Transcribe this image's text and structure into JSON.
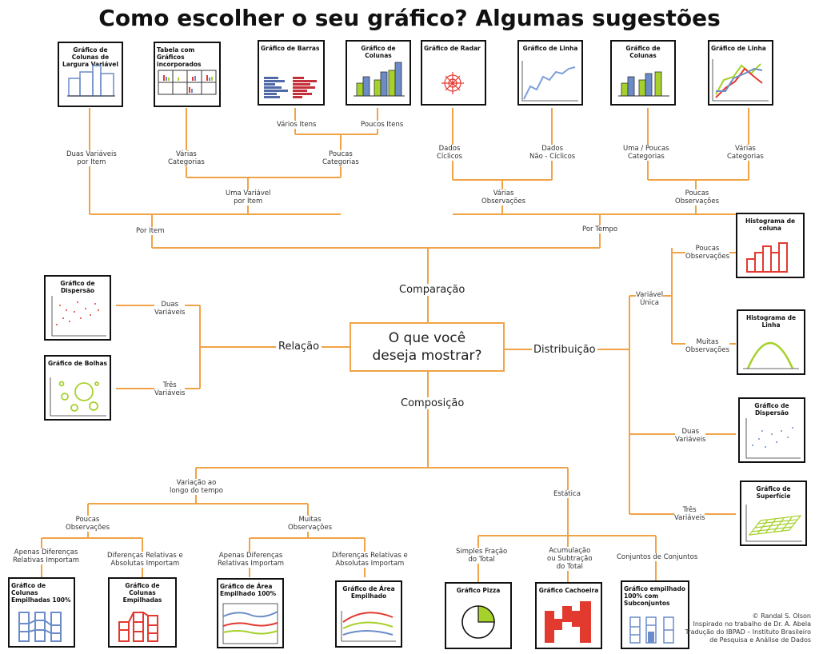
{
  "title": "Como escolher o seu gráfico? Algumas sugestões",
  "center": {
    "line1": "O que você",
    "line2": "deseja mostrar?"
  },
  "categories": {
    "comparacao": "Comparação",
    "relacao": "Relação",
    "distribuicao": "Distribuição",
    "composicao": "Composição"
  },
  "labels": {
    "por_item": "Por Item",
    "por_tempo": "Por Tempo",
    "duas_var_item": [
      "Duas Variáveis",
      "por Item"
    ],
    "uma_var_item": [
      "Uma Variável",
      "por Item"
    ],
    "varias_categorias_l": [
      "Várias",
      "Categorias"
    ],
    "poucas_categorias": [
      "Poucas",
      "Categorias"
    ],
    "varios_itens": "Vários Itens",
    "poucos_itens": "Poucos Itens",
    "dados_ciclicos": [
      "Dados",
      "Cíclicos"
    ],
    "dados_nao_ciclicos": [
      "Dados",
      "Não - Cíclicos"
    ],
    "varias_obs": [
      "Várias",
      "Observações"
    ],
    "poucas_obs_top": [
      "Poucas",
      "Observações"
    ],
    "uma_poucas_cat": [
      "Uma / Poucas",
      "Categorias"
    ],
    "varias_cat_r": [
      "Várias",
      "Categorias"
    ],
    "duas_variaveis_rel": [
      "Duas",
      "Variáveis"
    ],
    "tres_variaveis_rel": [
      "Três",
      "Variáveis"
    ],
    "variavel_unica": [
      "Variável",
      "Única"
    ],
    "poucas_obs_dist": [
      "Poucas",
      "Observações"
    ],
    "muitas_obs_dist": [
      "Muitas",
      "Observações"
    ],
    "duas_variaveis_dist": [
      "Duas",
      "Variáveis"
    ],
    "tres_variaveis_dist": [
      "Três",
      "Variáveis"
    ],
    "variacao_tempo": [
      "Variação ao",
      "longo do tempo"
    ],
    "estatica": "Estática",
    "poucas_obs_comp": [
      "Poucas",
      "Observações"
    ],
    "muitas_obs_comp": [
      "Muitas",
      "Observações"
    ],
    "apenas_dif_1": [
      "Apenas Diferenças",
      "Relativas Importam"
    ],
    "dif_rel_abs_1": [
      "Diferenças Relativas e",
      "Absolutas  Importam"
    ],
    "apenas_dif_2": [
      "Apenas Diferenças",
      "Relativas Importam"
    ],
    "dif_rel_abs_2": [
      "Diferenças Relativas e",
      "Absolutas  Importam"
    ],
    "simples_fracao": [
      "Simples Fração",
      "do Total"
    ],
    "acumulacao": [
      "Acumulação",
      "ou Subtração",
      "do Total"
    ],
    "conjuntos": "Conjuntos de Conjuntos"
  },
  "charts": {
    "colunas_largura": "Gráfico de Colunas de Largura Variável",
    "tabela_graficos": "Tabela  com Gráficos incorporados",
    "barras": "Gráfico de Barras",
    "colunas_1": "Gráfico de Colunas",
    "radar": "Gráfico de  Radar",
    "linha_1": "Gráfico de  Linha",
    "colunas_2": "Gráfico de Colunas",
    "linha_2": "Gráfico de  Linha",
    "dispersao_rel": "Gráfico de Dispersão",
    "bolhas": "Gráfico de Bolhas",
    "histograma_coluna": "Histograma de coluna",
    "histograma_linha": "Histograma de Linha",
    "dispersao_dist": "Gráfico de Dispersão",
    "superficie": "Gráfico de Superfície",
    "colunas_empilhadas_100": "Gráfico de Colunas Empilhadas 100%",
    "colunas_empilhadas": "Gráfico de Colunas Empilhadas",
    "area_empilhado_100": "Gráfico de Área Empilhado 100%",
    "area_empilhado": "Gráfico de Área Empilhado",
    "pizza": "Gráfico Pizza",
    "cachoeira": "Gráfico Cachoeira",
    "empilhado_subconjuntos": "Gráfico empilhado 100% com Subconjuntos"
  },
  "credits": [
    "© Randal S. Olson",
    "Inspirado no trabalho de Dr. A. Abela",
    "Tradução do IBPAD – Instituto Brasileiro",
    "de Pesquisa e Análise de Dados"
  ],
  "colors": {
    "connector": "#f0a347",
    "blue": "#6b8cc7",
    "green": "#a6d12b",
    "red": "#e33a30",
    "frame": "#111111"
  }
}
